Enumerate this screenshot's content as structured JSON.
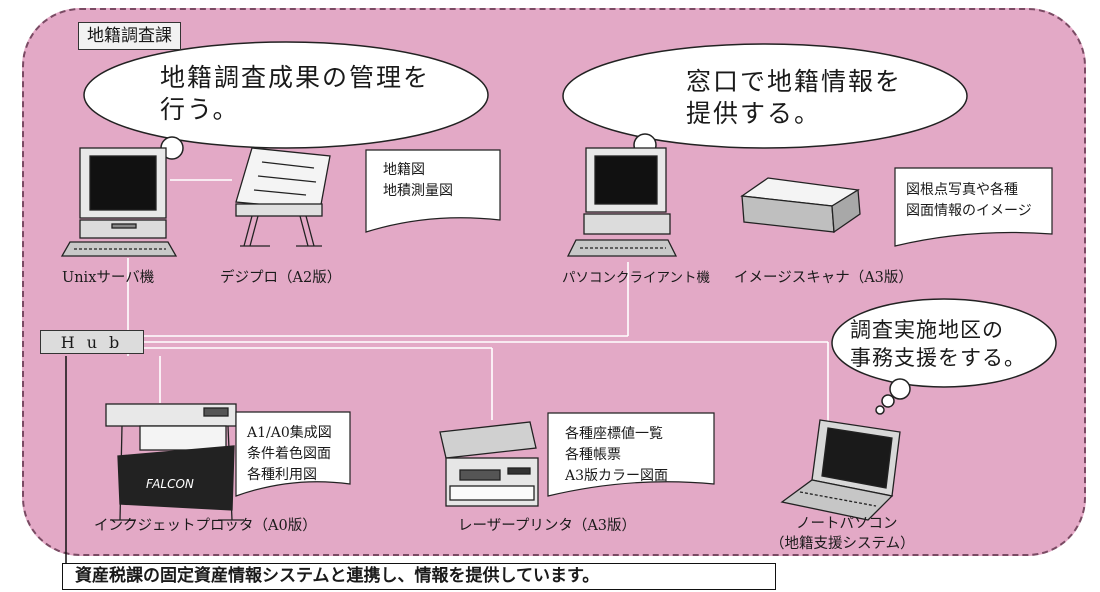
{
  "section_label": "地籍調査課",
  "bubbles": [
    {
      "lines": [
        "地籍調査成果の管理を",
        "行う。"
      ]
    },
    {
      "lines": [
        "窓口で地籍情報を",
        "提供する。"
      ]
    },
    {
      "lines": [
        "調査実施地区の",
        "事務支援をする。"
      ]
    }
  ],
  "notes": {
    "digipro": [
      "地籍図",
      "地積測量図"
    ],
    "scanner": [
      "図根点写真や各種",
      "図面情報のイメージ"
    ],
    "plotter": [
      "A1/A0集成図",
      "条件着色図面",
      "各種利用図"
    ],
    "printer": [
      "各種座標値一覧",
      "各種帳票",
      "A3版カラー図面"
    ]
  },
  "captions": {
    "unix_server": "Unixサーバ機",
    "digipro": "デジプロ（A2版）",
    "pc_client": "パソコンクライアント機",
    "scanner": "イメージスキャナ（A3版）",
    "plotter": "インクジェットプロッタ（A0版）",
    "printer": "レーザープリンタ（A3版）",
    "notebook_line1": "ノートパソコン",
    "notebook_line2": "（地籍支援システム）"
  },
  "hub_label": "Hub",
  "plotter_brand": "FALCON",
  "footer_text": "資産税課の固定資産情報システムと連携し、情報を提供しています。",
  "colors": {
    "panel": "#e3a9c6",
    "bubble": "#ffffff",
    "line": "#ffffff"
  }
}
